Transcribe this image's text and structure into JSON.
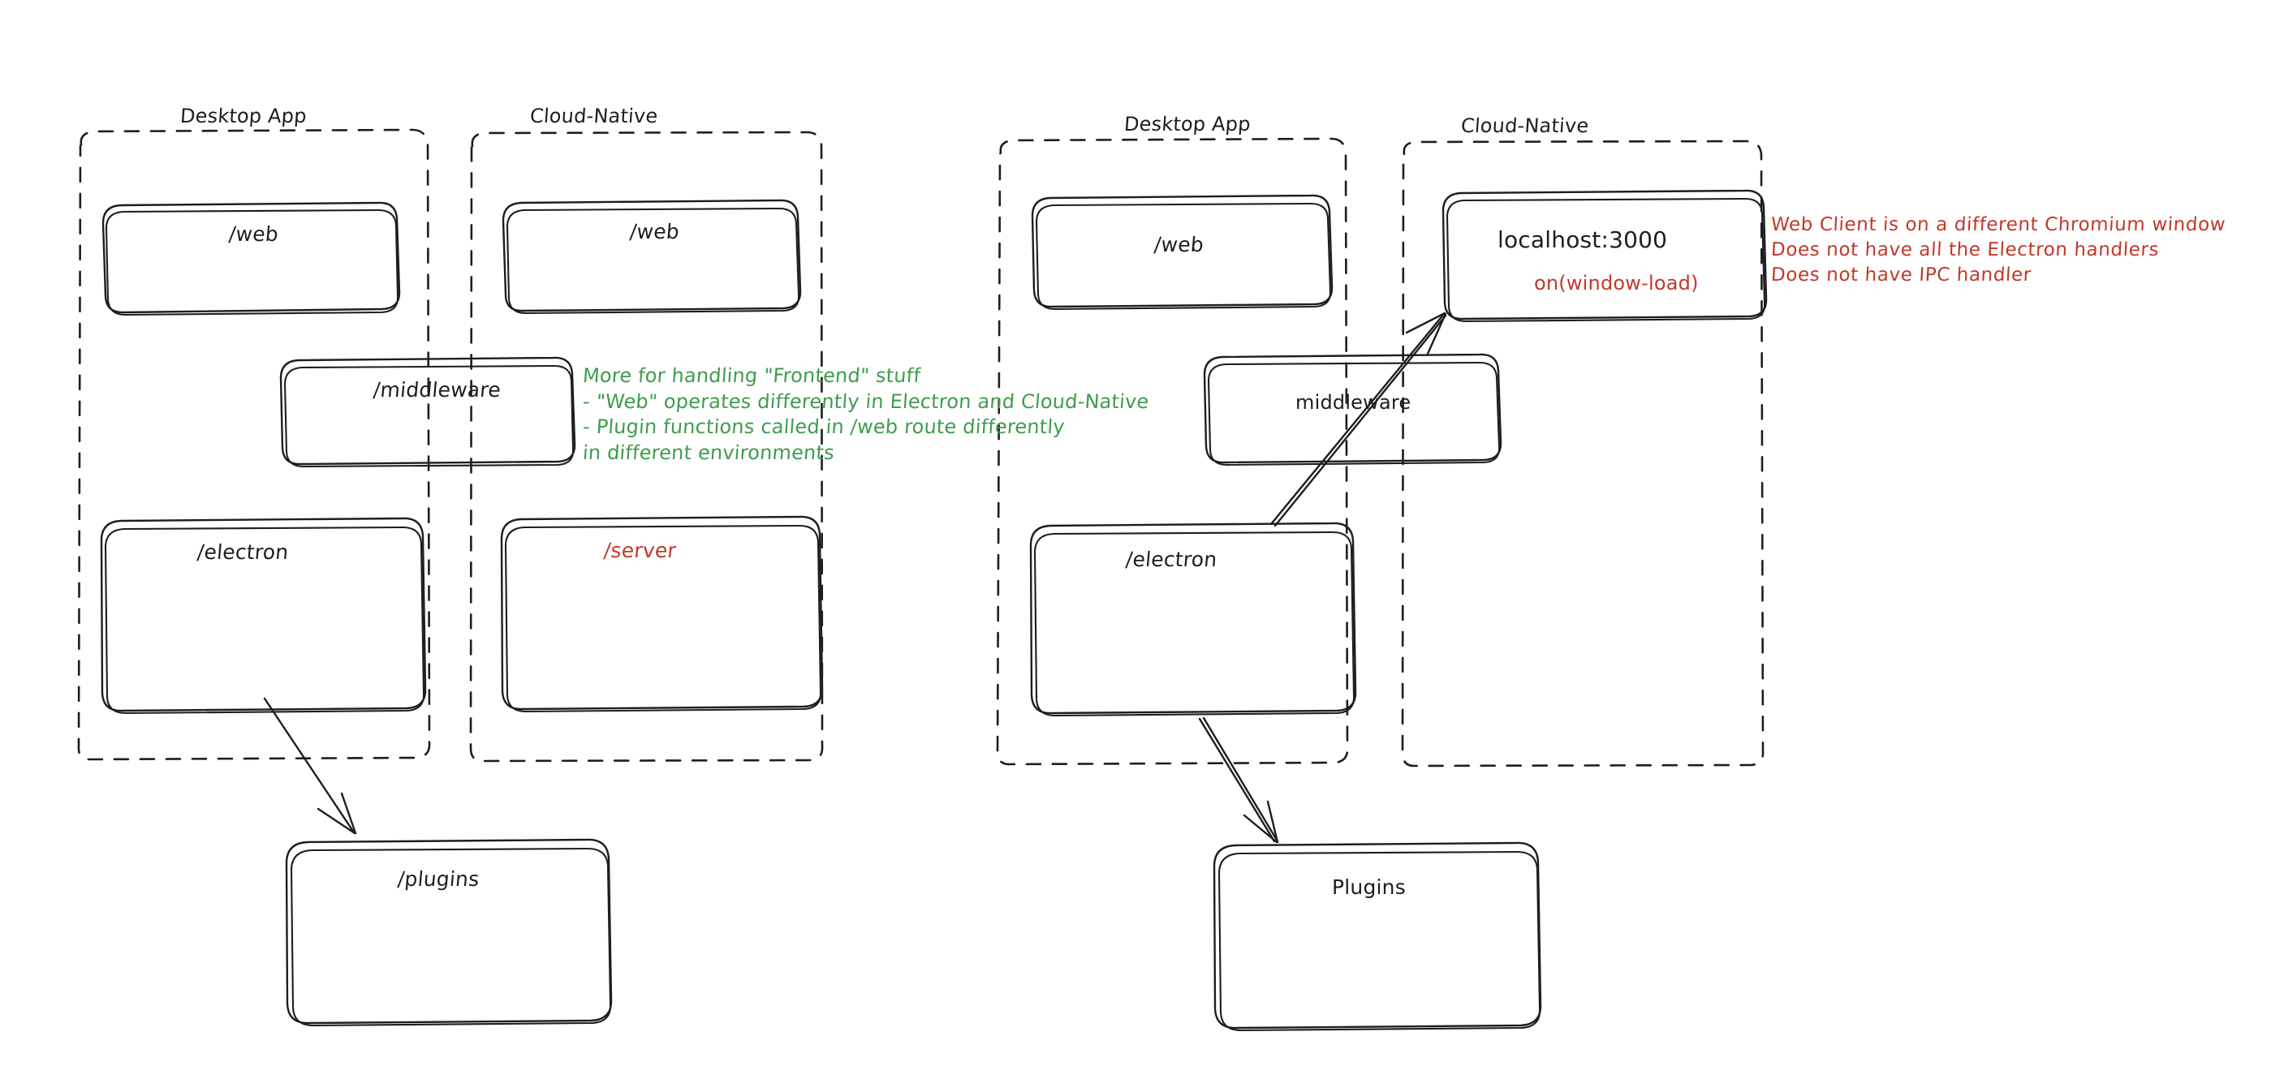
{
  "diagram": {
    "title_style": "hand-drawn whiteboard sketch",
    "colors": {
      "ink": "#1e1e1e",
      "red": "#c0392b",
      "green": "#3f9c4f",
      "background": "#ffffff"
    },
    "left_panel": {
      "groups": [
        {
          "name": "desktop-app",
          "label": "Desktop App"
        },
        {
          "name": "cloud-native",
          "label": "Cloud-Native"
        }
      ],
      "nodes": [
        {
          "name": "web-desktop",
          "label": "/web",
          "color": "ink"
        },
        {
          "name": "web-cloud",
          "label": "/web",
          "color": "ink"
        },
        {
          "name": "middleware",
          "label": "/middleware",
          "color": "ink"
        },
        {
          "name": "electron",
          "label": "/electron",
          "color": "ink"
        },
        {
          "name": "server",
          "label": "/server",
          "color": "red"
        },
        {
          "name": "plugins",
          "label": "/plugins",
          "color": "ink"
        }
      ],
      "note": {
        "color": "green",
        "lines": [
          "More for handling \"Frontend\" stuff",
          "- \"Web\" operates differently in Electron and Cloud-Native",
          "- Plugin functions called in /web route differently",
          "in different environments"
        ]
      }
    },
    "right_panel": {
      "groups": [
        {
          "name": "desktop-app",
          "label": "Desktop App"
        },
        {
          "name": "cloud-native",
          "label": "Cloud-Native"
        }
      ],
      "nodes": [
        {
          "name": "web-desktop",
          "label": "/web",
          "color": "ink"
        },
        {
          "name": "localhost",
          "label": "localhost:3000",
          "color": "ink"
        },
        {
          "name": "localhost-sub",
          "label": "on(window-load)",
          "color": "red"
        },
        {
          "name": "middleware",
          "label": "middleware",
          "color": "ink"
        },
        {
          "name": "electron",
          "label": "/electron",
          "color": "ink"
        },
        {
          "name": "plugins",
          "label": "Plugins",
          "color": "ink"
        }
      ],
      "note": {
        "color": "red",
        "lines": [
          "Web Client is on a different Chromium window",
          "Does not have all the Electron handlers",
          "Does not have IPC handler"
        ]
      }
    }
  }
}
